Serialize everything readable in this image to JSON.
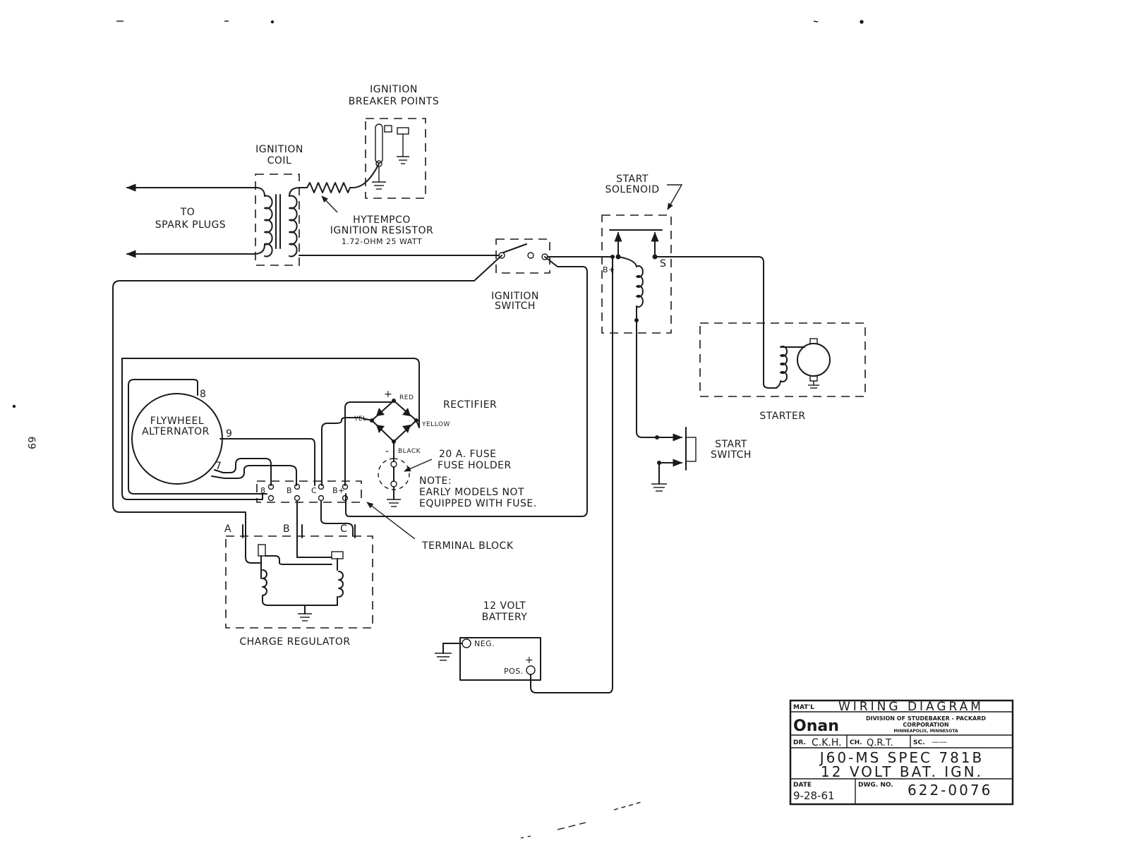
{
  "page_number": "69",
  "labels": {
    "ignition_breaker_points": [
      "IGNITION",
      "BREAKER POINTS"
    ],
    "ignition_coil": [
      "IGNITION",
      "COIL"
    ],
    "to_spark_plugs": [
      "TO",
      "SPARK PLUGS"
    ],
    "resistor": [
      "HYTEMPCO",
      "IGNITION RESISTOR",
      "1.72-OHM 25 WATT"
    ],
    "start_solenoid": [
      "START",
      "SOLENOID"
    ],
    "solenoid_b_plus": "B+",
    "solenoid_s": "S",
    "ignition_switch": [
      "IGNITION",
      "SWITCH"
    ],
    "starter": "STARTER",
    "start_switch": [
      "START",
      "SWITCH"
    ],
    "flywheel_alternator": [
      "FLYWHEEL",
      "ALTERNATOR"
    ],
    "alt_lead_8": "8",
    "alt_lead_9": "9",
    "alt_lead_7": "7",
    "rectifier": "RECTIFIER",
    "rect_plus": "+",
    "rect_minus": "-",
    "rect_red": "RED",
    "rect_yel": "YEL",
    "rect_yellow": "YELLOW",
    "rect_black": "BLACK",
    "fuse": [
      "20 A. FUSE",
      "FUSE HOLDER"
    ],
    "note": [
      "NOTE:",
      "EARLY MODELS NOT",
      "EQUIPPED WITH FUSE."
    ],
    "terminal_block": "TERMINAL BLOCK",
    "terminal_labels": [
      "8",
      "B",
      "C",
      "B+"
    ],
    "regulator_labels": [
      "A",
      "B",
      "C"
    ],
    "charge_regulator": "CHARGE REGULATOR",
    "battery": [
      "12 VOLT",
      "BATTERY"
    ],
    "battery_neg": "NEG.",
    "battery_pos": "POS.",
    "battery_plus": "+"
  },
  "title_block": {
    "matl_label": "MAT'L",
    "title": "WIRING DIAGRAM",
    "brand": "Onan",
    "division": [
      "DIVISION OF STUDEBAKER - PACKARD",
      "CORPORATION",
      "MINNEAPOLIS, MINNESOTA"
    ],
    "dr_label": "DR.",
    "dr_value": "C.K.H.",
    "ch_label": "CH.",
    "ch_value": "Q.R.T.",
    "sc_label": "SC.",
    "sc_value": "——",
    "spec_line1": "J60-MS SPEC 781B",
    "spec_line2": "12 VOLT BAT. IGN.",
    "date_label": "DATE",
    "date_value": "9-28-61",
    "dwg_label": "DWG. NO.",
    "dwg_value": "622-0076"
  }
}
